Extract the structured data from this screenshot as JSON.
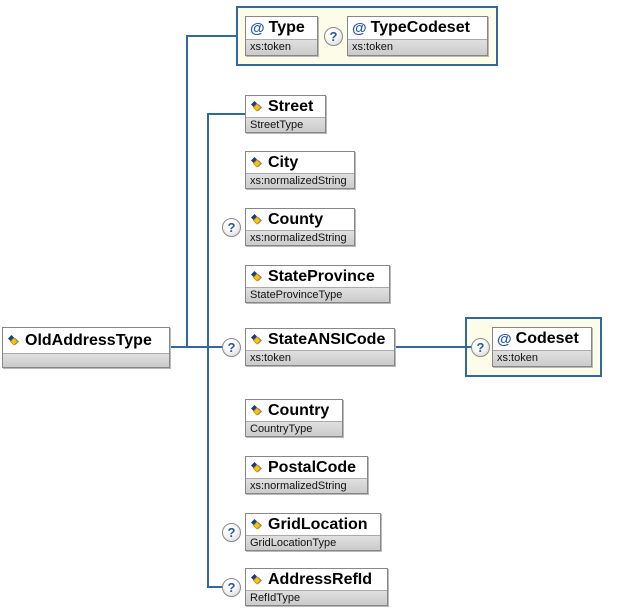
{
  "diagram": {
    "root": {
      "label": "OldAddressType",
      "type": ""
    },
    "attribute_group_top": {
      "items": [
        {
          "label": "Type",
          "type": "xs:token",
          "optional": false
        },
        {
          "label": "TypeCodeset",
          "type": "xs:token",
          "optional": true
        }
      ]
    },
    "elements": [
      {
        "label": "Street",
        "type": "StreetType",
        "optional": false
      },
      {
        "label": "City",
        "type": "xs:normalizedString",
        "optional": false
      },
      {
        "label": "County",
        "type": "xs:normalizedString",
        "optional": true
      },
      {
        "label": "StateProvince",
        "type": "StateProvinceType",
        "optional": false
      },
      {
        "label": "StateANSICode",
        "type": "xs:token",
        "optional": true
      },
      {
        "label": "Country",
        "type": "CountryType",
        "optional": false
      },
      {
        "label": "PostalCode",
        "type": "xs:normalizedString",
        "optional": false
      },
      {
        "label": "GridLocation",
        "type": "GridLocationType",
        "optional": true
      },
      {
        "label": "AddressRefId",
        "type": "RefIdType",
        "optional": true
      }
    ],
    "attribute_group_codeset": {
      "items": [
        {
          "label": "Codeset",
          "type": "xs:token",
          "optional": true
        }
      ]
    },
    "icons": {
      "attribute_glyph": "@",
      "optional_glyph": "?",
      "element_icon": "element-diamond-icon"
    },
    "colors": {
      "connector": "#31689E",
      "group_fill": "#FDFCE8",
      "group_border": "#31689E",
      "box_border": "#878787",
      "attribute_glyph": "#2458A6",
      "optional_glyph": "#2458A6"
    }
  }
}
